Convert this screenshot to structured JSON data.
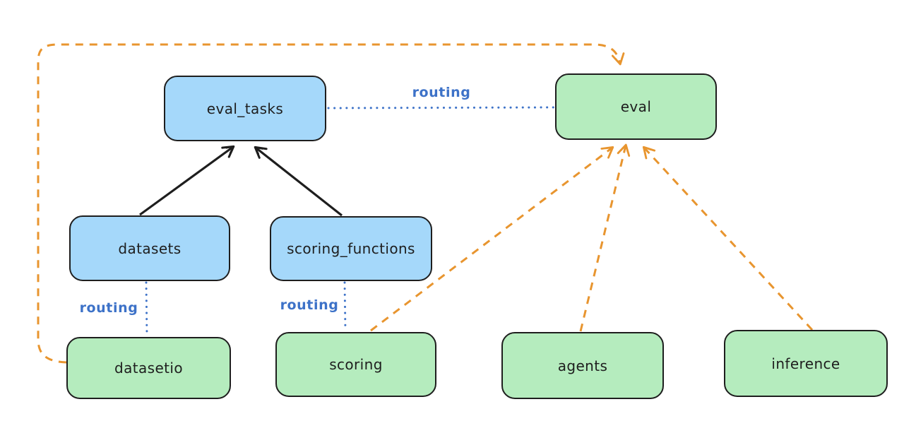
{
  "diagram": {
    "type": "architecture-graph",
    "nodes": [
      {
        "id": "eval_tasks",
        "label": "eval_tasks",
        "fill": "#a5d8fa",
        "kind": "resource"
      },
      {
        "id": "eval",
        "label": "eval",
        "fill": "#b5ecbe",
        "kind": "api"
      },
      {
        "id": "datasets",
        "label": "datasets",
        "fill": "#a5d8fa",
        "kind": "resource"
      },
      {
        "id": "scoring_functions",
        "label": "scoring_functions",
        "fill": "#a5d8fa",
        "kind": "resource"
      },
      {
        "id": "datasetio",
        "label": "datasetio",
        "fill": "#b5ecbe",
        "kind": "api"
      },
      {
        "id": "scoring",
        "label": "scoring",
        "fill": "#b5ecbe",
        "kind": "api"
      },
      {
        "id": "agents",
        "label": "agents",
        "fill": "#b5ecbe",
        "kind": "api"
      },
      {
        "id": "inference",
        "label": "inference",
        "fill": "#b5ecbe",
        "kind": "api"
      }
    ],
    "edges": [
      {
        "from": "datasets",
        "to": "eval_tasks",
        "style": "solid",
        "color": "#1e1e1e",
        "arrow": true,
        "label": ""
      },
      {
        "from": "scoring_functions",
        "to": "eval_tasks",
        "style": "solid",
        "color": "#1e1e1e",
        "arrow": true,
        "label": ""
      },
      {
        "from": "eval_tasks",
        "to": "eval",
        "style": "dotted",
        "color": "#3d72c8",
        "arrow": false,
        "label": "routing"
      },
      {
        "from": "datasets",
        "to": "datasetio",
        "style": "dotted",
        "color": "#3d72c8",
        "arrow": false,
        "label": "routing"
      },
      {
        "from": "scoring_functions",
        "to": "scoring",
        "style": "dotted",
        "color": "#3d72c8",
        "arrow": false,
        "label": "routing"
      },
      {
        "from": "datasetio",
        "to": "eval",
        "style": "dashed",
        "color": "#e8952f",
        "arrow": true,
        "label": ""
      },
      {
        "from": "scoring",
        "to": "eval",
        "style": "dashed",
        "color": "#e8952f",
        "arrow": true,
        "label": ""
      },
      {
        "from": "agents",
        "to": "eval",
        "style": "dashed",
        "color": "#e8952f",
        "arrow": true,
        "label": ""
      },
      {
        "from": "inference",
        "to": "eval",
        "style": "dashed",
        "color": "#e8952f",
        "arrow": true,
        "label": ""
      }
    ],
    "colors": {
      "node_fill_blue": "#a5d8fa",
      "node_fill_green": "#b5ecbe",
      "node_stroke": "#1e1e1e",
      "routing_line_blue": "#3d72c8",
      "dashed_orange": "#e8952f",
      "background": "#ffffff"
    }
  }
}
